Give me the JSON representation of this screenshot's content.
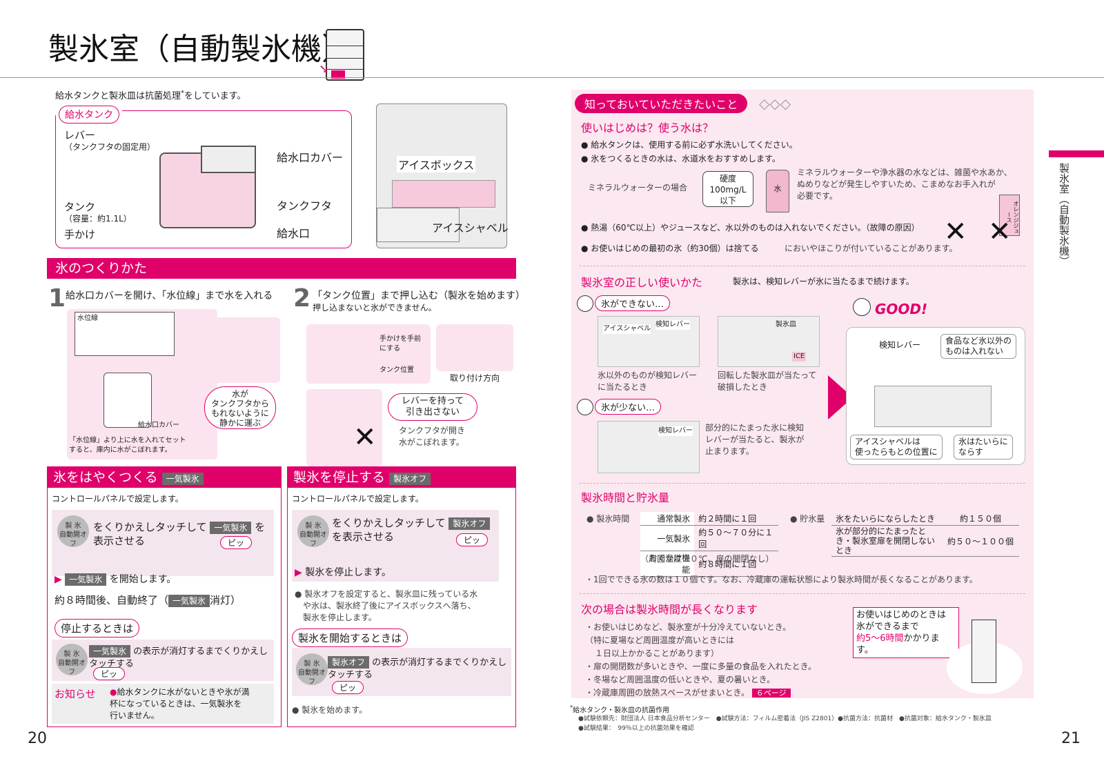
{
  "header": {
    "title": "製氷室（自動製氷機）",
    "intro": "給水タンクと製氷皿は抗菌処理",
    "intro_mark": "*",
    "intro_tail": "をしています。"
  },
  "parts": {
    "box_title": "給水タンク",
    "lever": "レバー",
    "lever_note": "（タンクフタの固定用）",
    "tank": "タンク",
    "tank_note": "（容量：約1.1L）",
    "handle": "手かけ",
    "cover": "給水口カバー",
    "lid": "タンクフタ",
    "inlet": "給水口",
    "icebox": "アイスボックス",
    "shovel": "アイスシャベル"
  },
  "howto": {
    "title": "氷のつくりかた",
    "step1": {
      "num": "1",
      "text": "給水口カバーを開け、「水位線」まで水を入れる",
      "water_line": "水位線",
      "cover": "給水口カバー",
      "bubble": [
        "水が",
        "タンクフタから",
        "もれないように",
        "静かに運ぶ"
      ],
      "note": [
        "「水位線」より上に水を入れてセット",
        "すると、庫内に水がこぼれます。"
      ]
    },
    "step2": {
      "num": "2",
      "text": "「タンク位置」まで押し込む（製氷を始めます）",
      "sub": "押し込まないと氷ができません。",
      "handle": [
        "手かけを手前",
        "にする"
      ],
      "pos": "タンク位置",
      "dir": "取り付け方向",
      "bubble": [
        "レバーを持って",
        "引き出さない"
      ],
      "warn": [
        "タンクフタが開き",
        "水がこぼれます。"
      ]
    }
  },
  "fast": {
    "title": "氷をはやくつくる",
    "tag": "一気製氷",
    "intro": "コントロールパネルで設定します。",
    "button": [
      "製 氷",
      "自動開オフ"
    ],
    "touch": "をくりかえしタッチして",
    "touch_tail": "を",
    "touch2": "表示させる",
    "beep": "ピッ",
    "start": "を開始します。",
    "auto_pre": "約８時間後、自動終了（",
    "auto_post": "消灯）",
    "stop_title": "停止するときは",
    "stop_text": "の表示が消灯するまでくりかえし",
    "stop_text2": "タッチする",
    "notice_title": "お知らせ",
    "notice": [
      "給水タンクに水がないときや氷が満",
      "杯になっているときは、一気製氷を",
      "行いません。"
    ]
  },
  "stop": {
    "title": "製氷を停止する",
    "tag": "製氷オフ",
    "intro": "コントロールパネルで設定します。",
    "touch": "をくりかえしタッチして",
    "touch2": "を表示させる",
    "beep": "ピッ",
    "result": "製氷を停止します。",
    "note": [
      "製氷オフを設定すると、製氷皿に残っている水",
      "や氷は、製氷終了後にアイスボックスへ落ち、",
      "製氷を停止します。"
    ],
    "restart_title": "製氷を開始するときは",
    "restart_text": "の表示が消灯するまでくりかえし",
    "restart_text2": "タッチする",
    "restart_result": "製氷を始めます。"
  },
  "know": {
    "title": "知っておいていただきたいこと",
    "q": "使いはじめは？使う水は？",
    "b1": "給水タンクは、使用する前に必ず水洗いしてください。",
    "b2": "氷をつくるときの水は、水道水をおすすめします。",
    "mineral": "ミネラルウォーターの場合",
    "hard": [
      "硬度",
      "100mg/L",
      "以下"
    ],
    "bottle": "水",
    "mineral_note": [
      "ミネラルウォーターや浄水器の水などは、雑菌や水あか、",
      "ぬめりなどが発生しやすいため、こまめなお手入れが",
      "必要です。"
    ],
    "b3": "熱湯（60℃以上）やジュースなど、水以外のものは入れないでください。（故障の原因）",
    "b4": "お使いはじめの最初の氷（約30個）は捨てる",
    "b4_note": "においやほこりが付いていることがあります。",
    "juice": "オレンジジュース"
  },
  "use": {
    "title": "製氷室の正しい使いかた",
    "sub": "製氷は、検知レバーが氷に当たるまで続けます。",
    "no_ice": "氷ができない…",
    "few_ice": "氷が少ない…",
    "shovel": "アイスシャベル",
    "lever": "検知レバー",
    "tray": "製氷皿",
    "ice": "ICE",
    "c1": [
      "氷以外のものが検知レバー",
      "に当たるとき"
    ],
    "c2": [
      "回転した製氷皿が当たって",
      "破損したとき"
    ],
    "c3": [
      "部分的にたまった氷に検知",
      "レバーが当たると、製氷が",
      "止まります。"
    ],
    "good": "GOOD!",
    "g_lever": "検知レバー",
    "g_food": [
      "食品など氷以外の",
      "ものは入れない"
    ],
    "g_shovel": [
      "アイスシャベルは",
      "使ったらもとの位置に"
    ],
    "g_flat": [
      "氷はたいらに",
      "ならす"
    ]
  },
  "time": {
    "title": "製氷時間と貯氷量",
    "label1": "製氷時間",
    "rows1": [
      [
        "通常製氷",
        "約２時間に１回"
      ],
      [
        "一気製氷",
        "約５０～７０分に１回"
      ],
      [
        "おでかけ機能",
        "約８時間に１回"
      ]
    ],
    "cond": "（周囲温度２０℃、扉の開閉なし）",
    "label2": "貯氷量",
    "rows2": [
      [
        "氷をたいらにならしたとき",
        "約１５０個"
      ],
      [
        "氷が部分的にたまったとき・製氷室扉を開閉しないとき",
        "約５０～１００個"
      ]
    ],
    "note": "・1回でできる氷の数は１０個です。なお、冷蔵庫の運転状態により製氷時間が長くなることがあります。"
  },
  "long": {
    "title": "次の場合は製氷時間が長くなります",
    "items": [
      "・お使いはじめなど、製氷室が十分冷えていないとき。",
      "（特に夏場など周囲温度が高いときには",
      "１日以上かかることがあります）",
      "・扉の開閉数が多いときや、一度に多量の食品を入れたとき。",
      "・冬場など周囲温度の低いときや、夏の暑いとき。",
      "・冷蔵庫周囲の放熱スペースがせまいとき。"
    ],
    "ref": "６ページ",
    "box": [
      "お使いはじめのときは",
      "氷ができるまで"
    ],
    "box_hl": "約5～6時間",
    "box_tail": "かかります。"
  },
  "foot": {
    "title": "給水タンク・製氷皿の抗菌作用",
    "mark": "*",
    "l1": "●試験依頼先：財団法人 日本食品分析センター　●試験方法：フィルム密着法（JIS Z2801）●抗菌方法：抗菌材　●抗菌対象：給水タンク・製氷皿",
    "l2": "●試験結果：　99％以上の抗菌効果を確認"
  },
  "side": "製氷室（自動製氷機）",
  "page_left": "20",
  "page_right": "21"
}
